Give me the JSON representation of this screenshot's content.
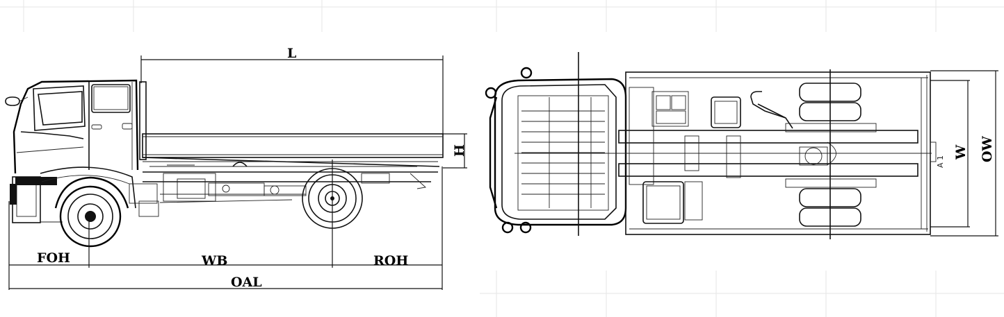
{
  "side_view": {
    "labels": {
      "L": "L",
      "H": "H",
      "FOH": "FOH",
      "WB": "WB",
      "ROH": "ROH",
      "OAL": "OAL"
    }
  },
  "top_view": {
    "labels": {
      "W": "W",
      "OW": "OW",
      "A1": "A 1"
    }
  },
  "colors": {
    "ink": "#111111",
    "grid": "#e6e6e6",
    "background": "#ffffff"
  }
}
